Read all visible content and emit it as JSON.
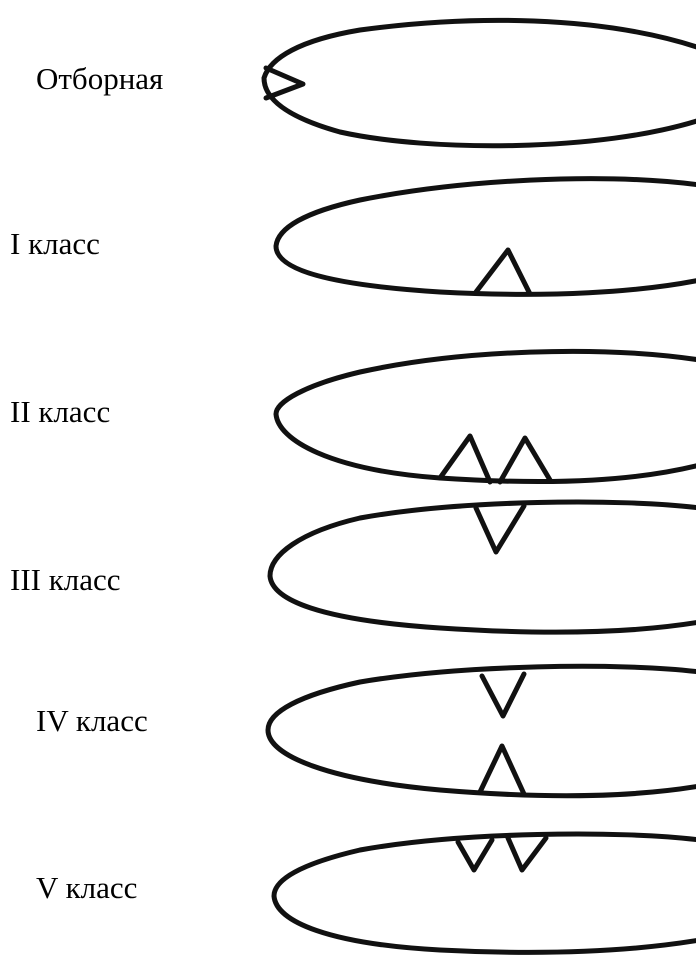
{
  "rows": [
    {
      "label": "Отборная",
      "notch": "tip"
    },
    {
      "label": "I класс",
      "notch": "one-bottom"
    },
    {
      "label": "II класс",
      "notch": "two-bottom"
    },
    {
      "label": "III класс",
      "notch": "one-top"
    },
    {
      "label": "IV класс",
      "notch": "top-and-bottom"
    },
    {
      "label": "V класс",
      "notch": "two-top"
    }
  ],
  "colors": {
    "ink": "#111111",
    "background": "#ffffff"
  }
}
